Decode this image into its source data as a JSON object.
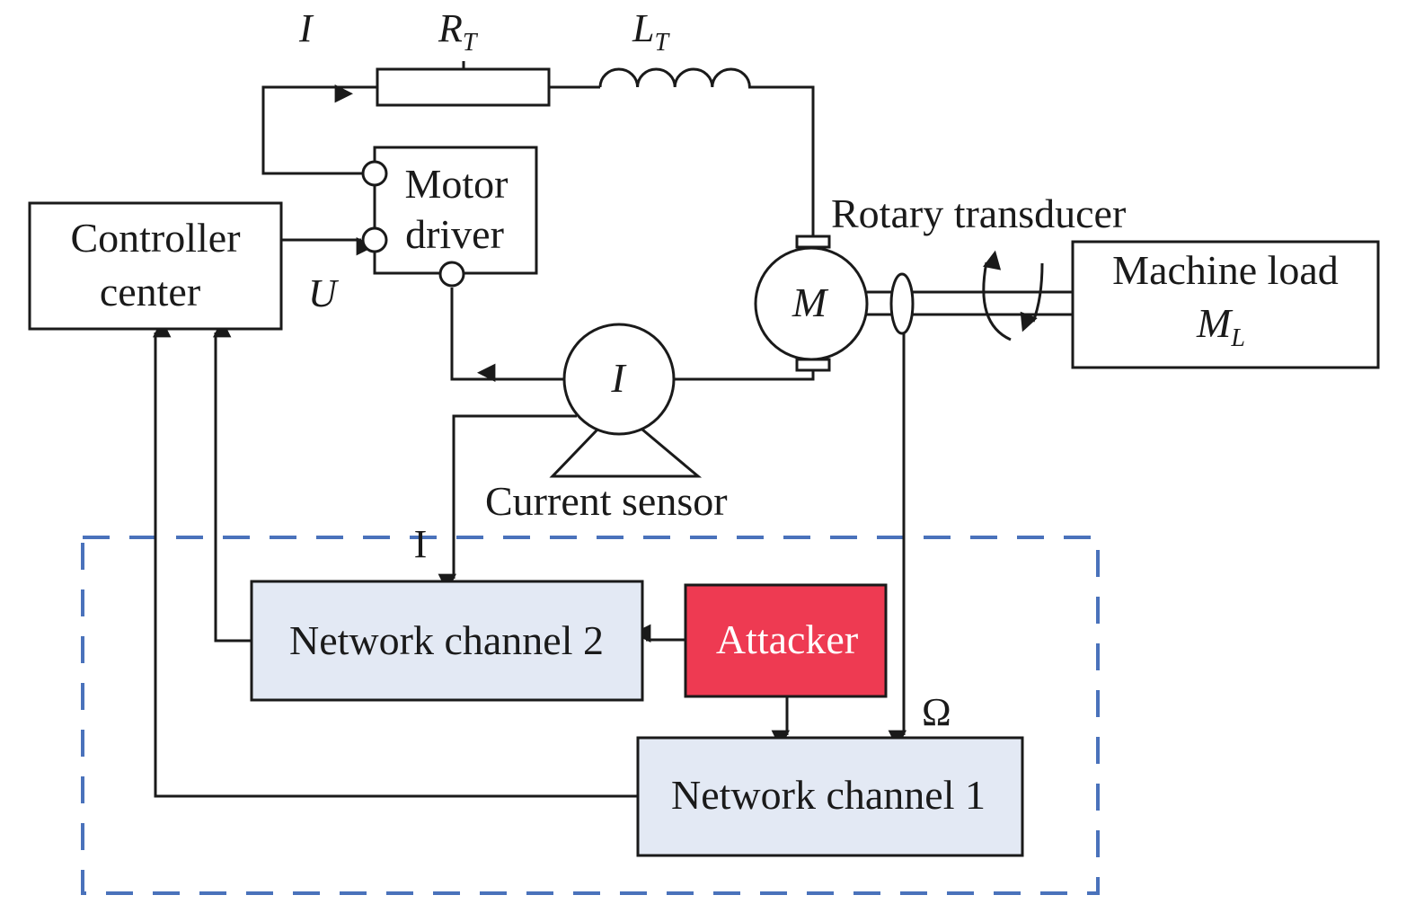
{
  "labels": {
    "current_symbol": "I",
    "resistor_symbol": "R",
    "resistor_sub": "T",
    "inductor_symbol": "L",
    "inductor_sub": "T",
    "voltage_symbol": "U",
    "motor_symbol": "M",
    "sensor_symbol": "I",
    "measured_current": "I",
    "speed_symbol": "Ω"
  },
  "blocks": {
    "controller_line1": "Controller",
    "controller_line2": "center",
    "driver_line1": "Motor",
    "driver_line2": "driver",
    "load_line1": "Machine load",
    "load_symbol": "M",
    "load_sub": "L",
    "channel2": "Network channel 2",
    "channel1": "Network channel 1",
    "attacker": "Attacker"
  },
  "captions": {
    "rotary": "Rotary transducer",
    "current_sensor": "Current sensor"
  },
  "colors": {
    "attacker_fill": "#ee3a52",
    "channel_fill": "#e3e9f4",
    "network_boundary": "#4a72bb"
  }
}
